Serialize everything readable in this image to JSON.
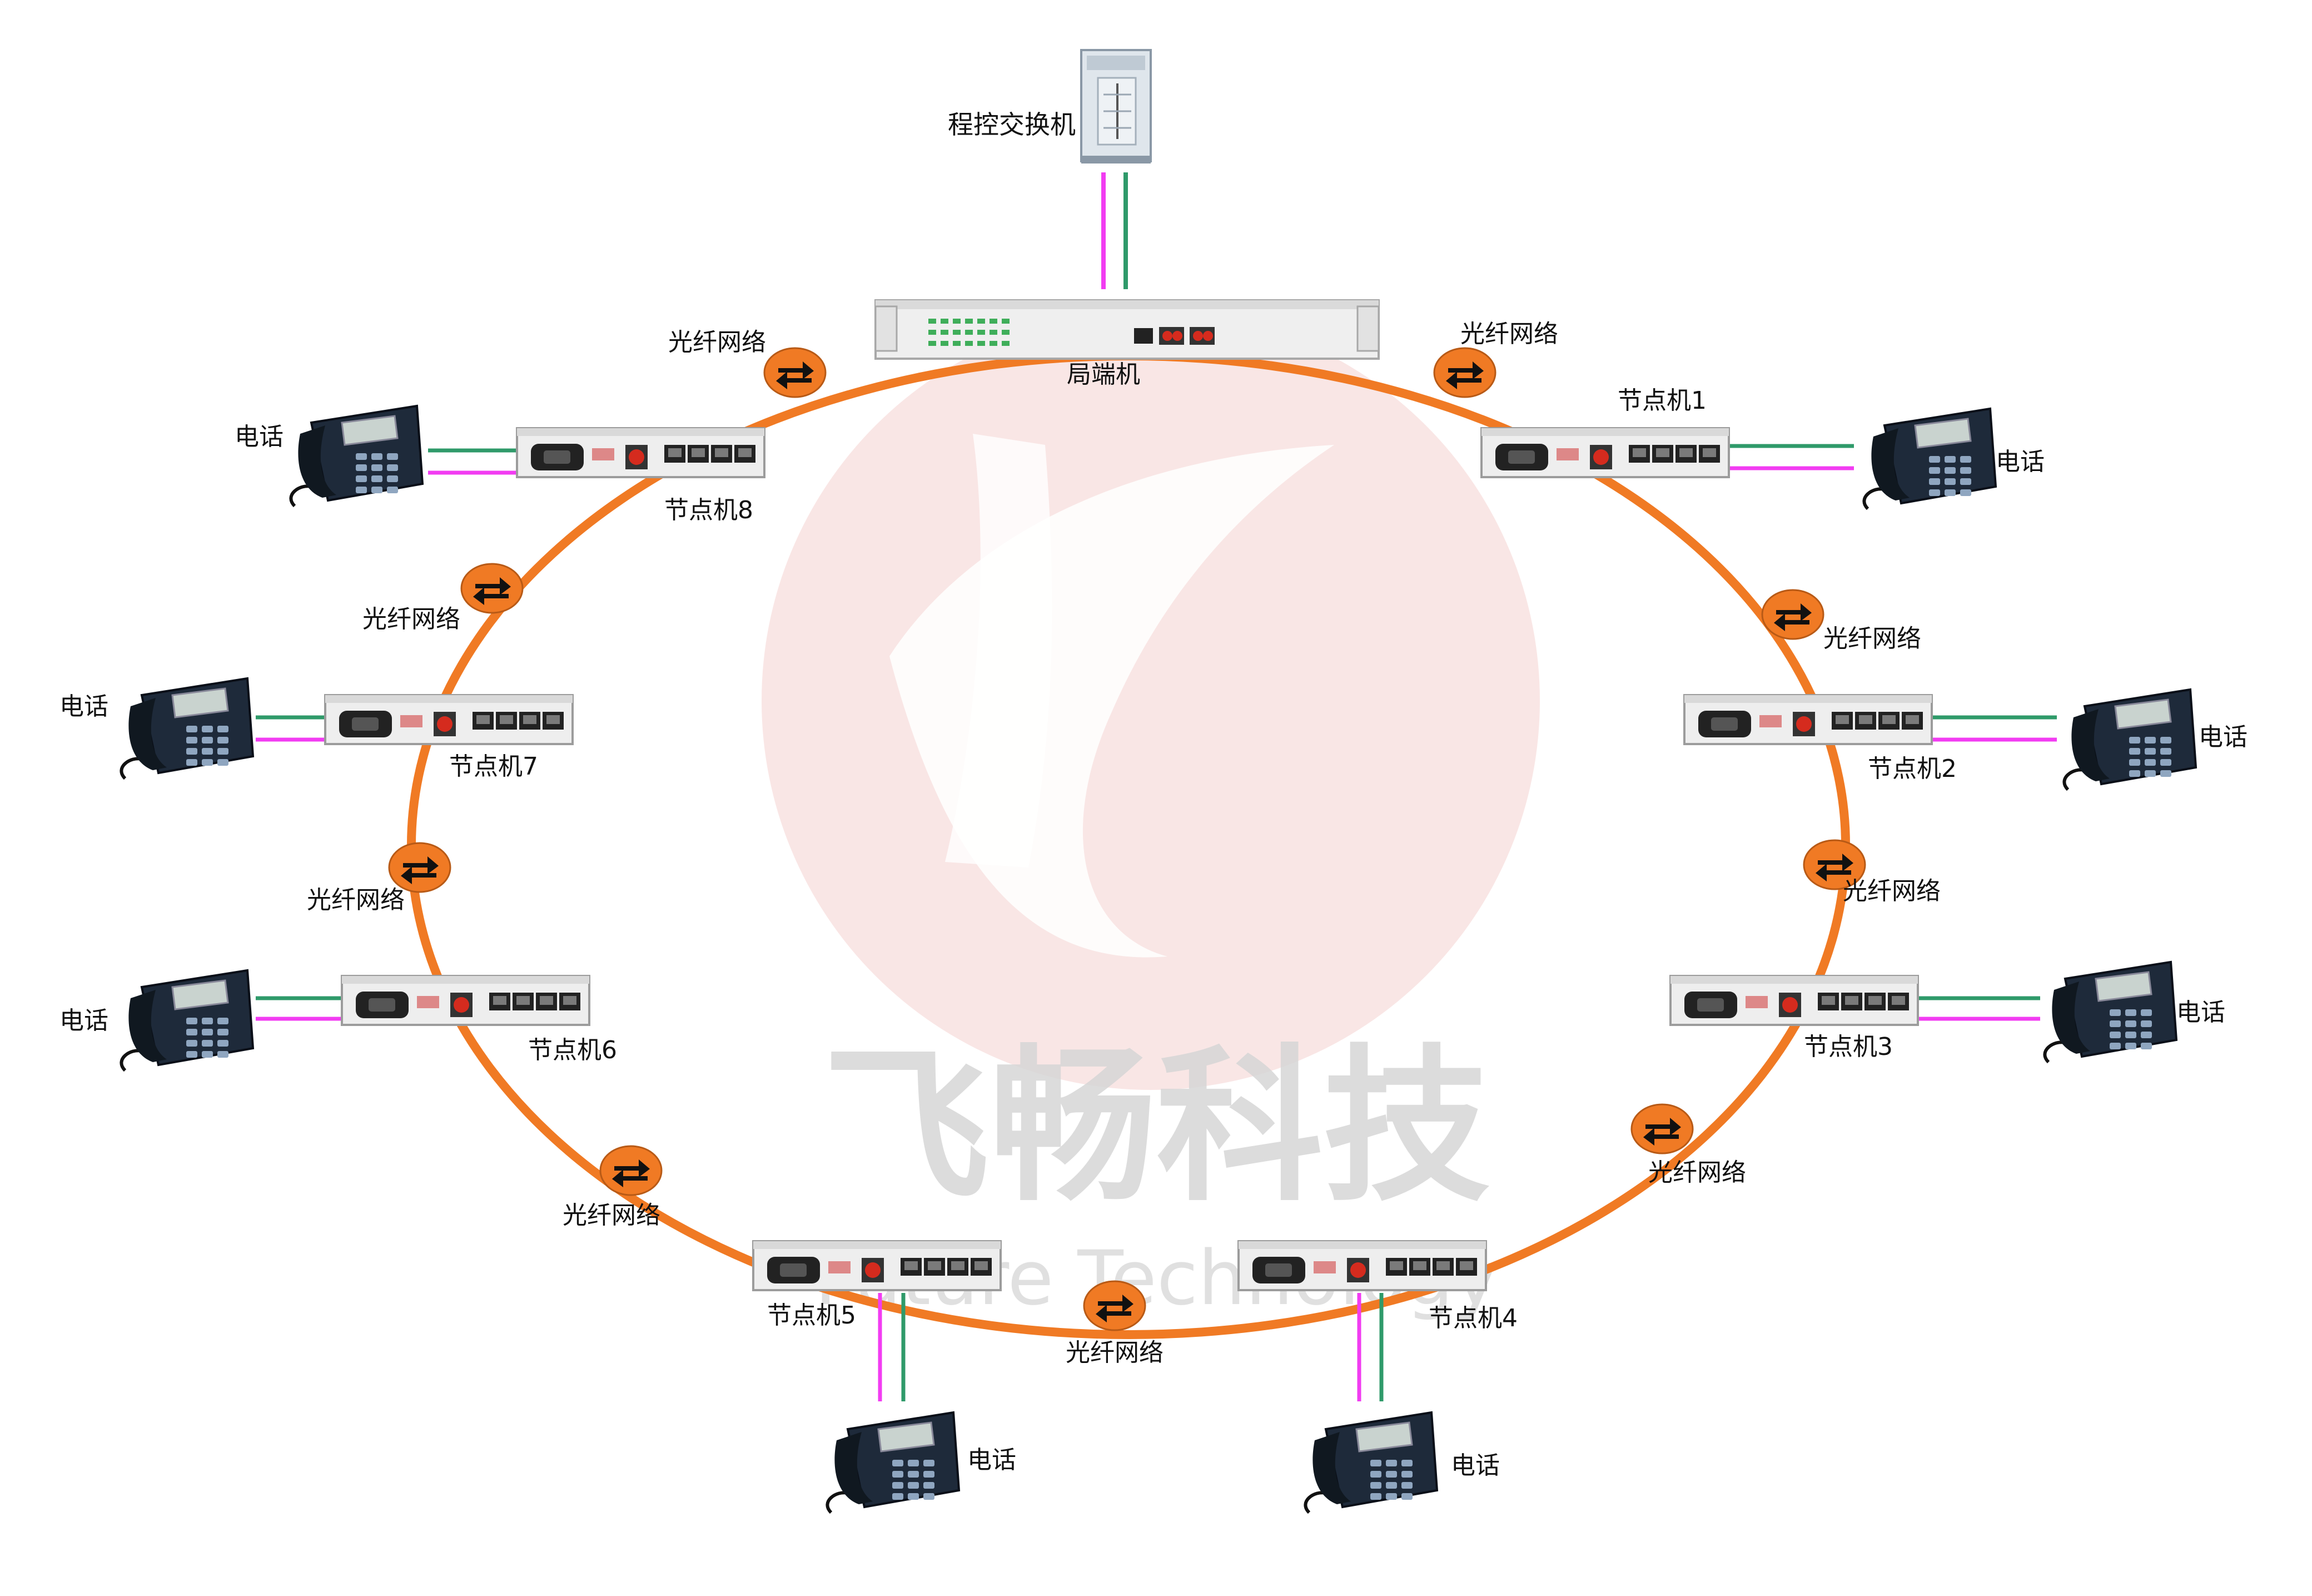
{
  "watermark": {
    "title": "飞畅科技",
    "subtitle": "Future Technology"
  },
  "exchange": {
    "label": "程控交换机"
  },
  "head_end": {
    "label": "局端机"
  },
  "fiber_label": "光纤网络",
  "phone_label": "电话",
  "nodes": [
    {
      "id": 1,
      "label": "节点机1"
    },
    {
      "id": 2,
      "label": "节点机2"
    },
    {
      "id": 3,
      "label": "节点机3"
    },
    {
      "id": 4,
      "label": "节点机4"
    },
    {
      "id": 5,
      "label": "节点机5"
    },
    {
      "id": 6,
      "label": "节点机6"
    },
    {
      "id": 7,
      "label": "节点机7"
    },
    {
      "id": 8,
      "label": "节点机8"
    }
  ],
  "colors": {
    "ring": "#f07a24",
    "line_green": "#2f9a6a",
    "line_magenta": "#f23cf2",
    "device_body": "#eeeeee",
    "watermark": "#f2d3d1",
    "watermark_text": "#d9d9d9"
  },
  "icons": {
    "fiber_node": "fiber-network-icon",
    "phone": "phone-icon",
    "device": "node-device-icon",
    "exchange": "exchange-cabinet-icon"
  }
}
